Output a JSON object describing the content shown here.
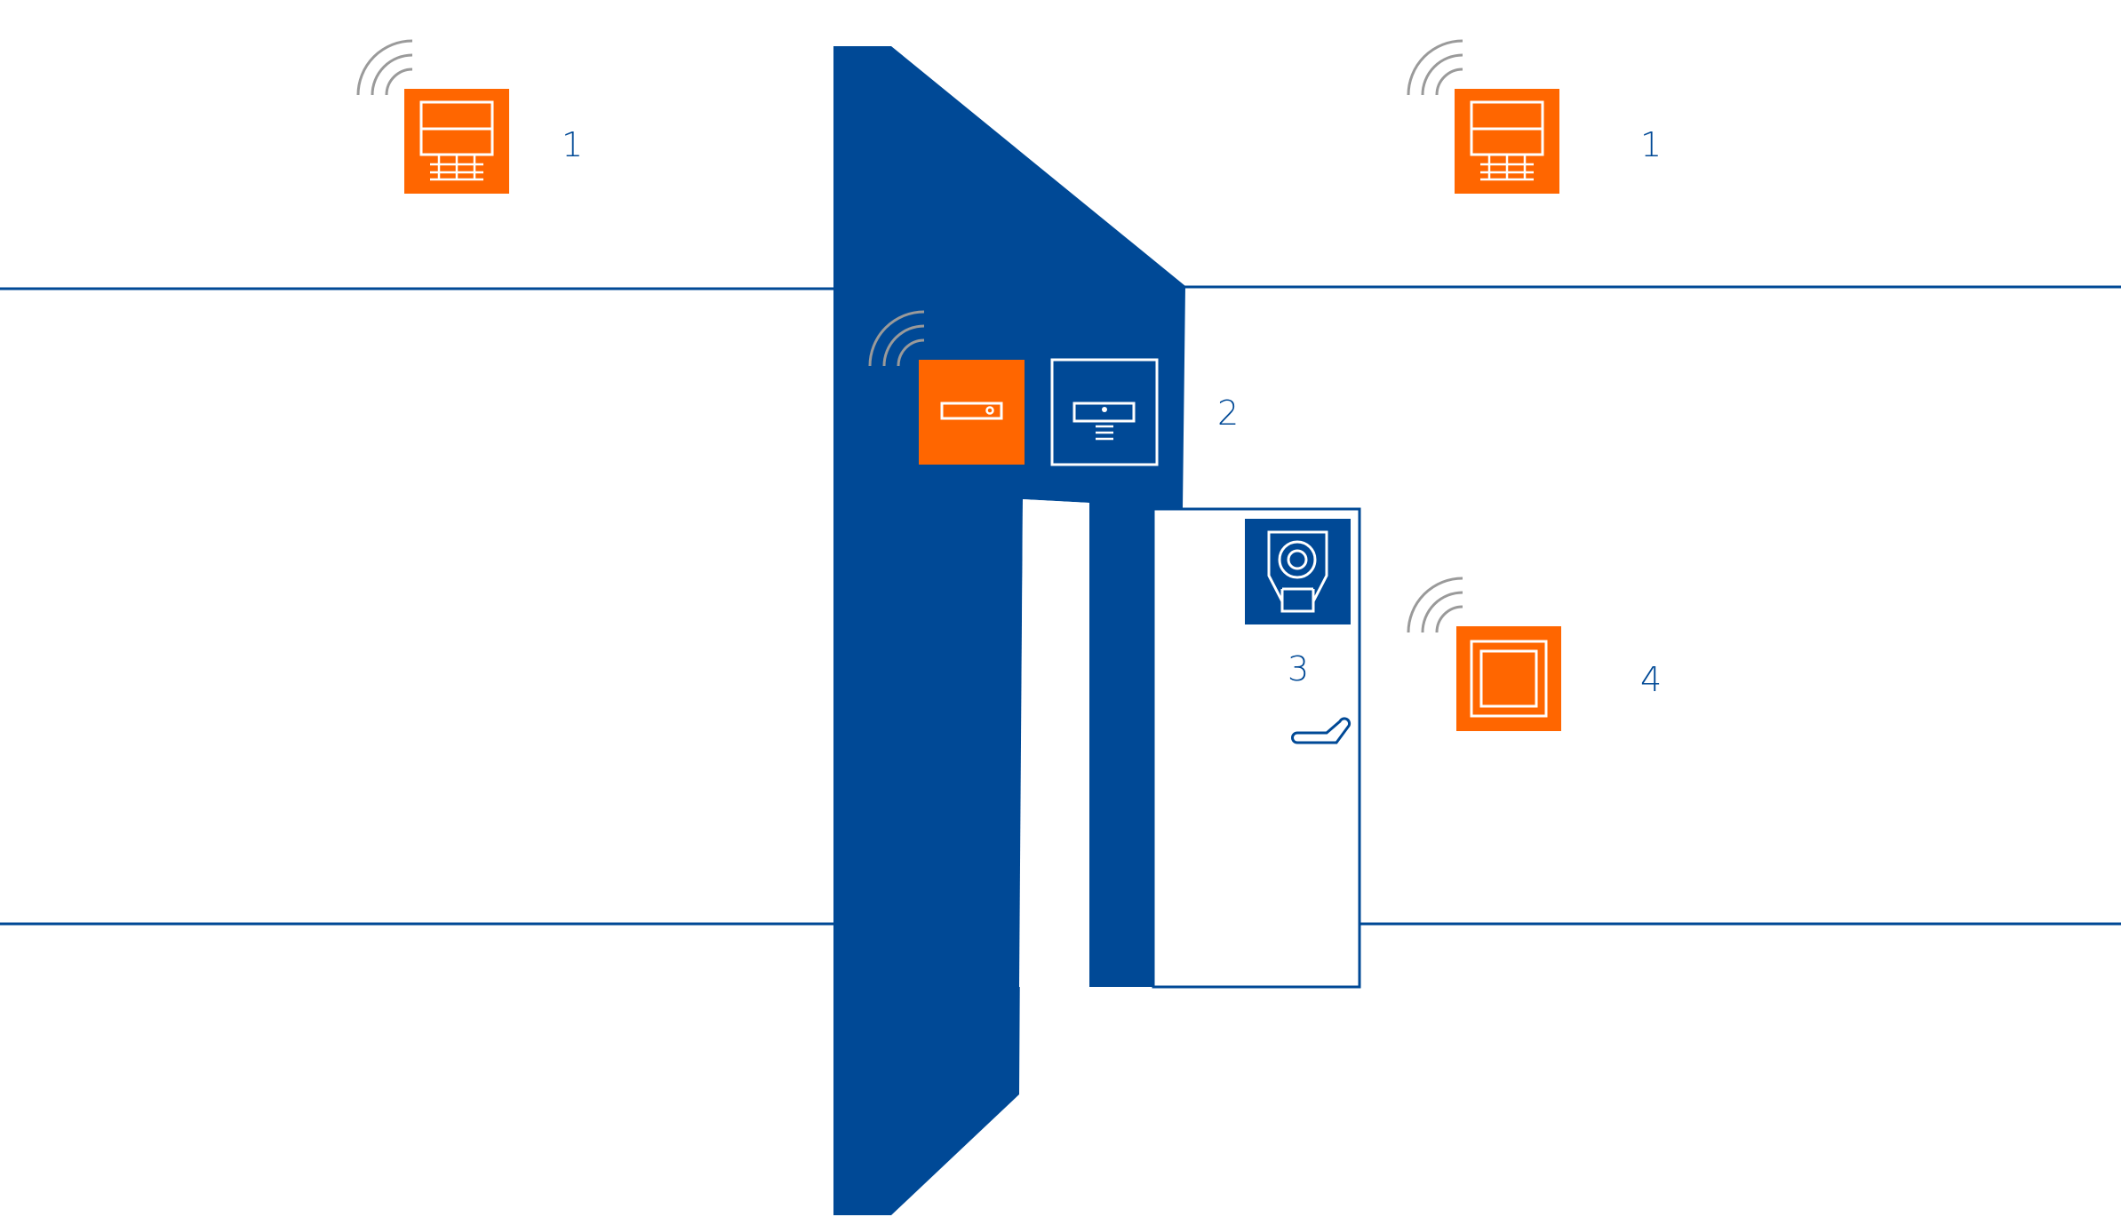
{
  "colors": {
    "blue": "#004996",
    "orange": "#ff6600",
    "wave": "#9a9a9a",
    "background": "#ffffff"
  },
  "labels": {
    "blind_left": "1",
    "blind_right": "1",
    "door_station": "2",
    "door_lock": "3",
    "switch": "4"
  },
  "icons": {
    "blind_left": "blind-actuator-icon",
    "blind_right": "blind-actuator-icon",
    "radio_receiver": "radio-receiver-icon",
    "door_station": "door-station-icon",
    "door_lock": "door-lock-icon",
    "switch": "switch-icon"
  }
}
